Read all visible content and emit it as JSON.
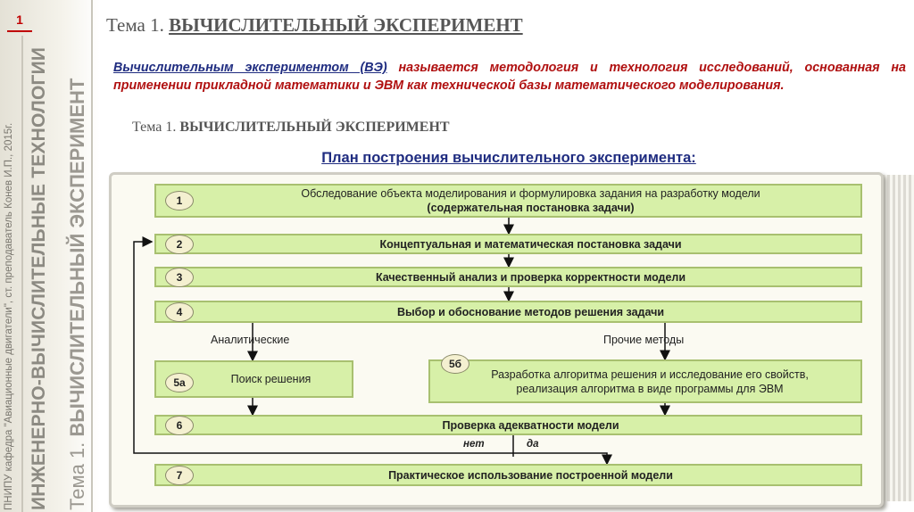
{
  "sidebar": {
    "slide_number": "1",
    "line1": "ПНИПУ кафедра \"Авиационные двигатели\", ст. преподаватель Конев И.П., 2015г.",
    "line2": "ИНЖЕНЕРНО-ВЫЧИСЛИТЕЛЬНЫЕ ТЕХНОЛОГИИ",
    "line3_prefix": "Тема 1.",
    "line3_main": "ВЫЧИСЛИТЕЛЬНЫЙ ЭКСПЕРИМЕНТ"
  },
  "header": {
    "title_prefix": "Тема 1.",
    "title_main": "ВЫЧИСЛИТЕЛЬНЫЙ ЭКСПЕРИМЕНТ"
  },
  "definition": {
    "term": "Вычислительным экспериментом (ВЭ)",
    "text": " называется методология и технология исследований, основанная на применении прикладной математики и ЭВМ как технической базы математического моделирования."
  },
  "subheader": {
    "prefix": "Тема 1.",
    "main": "ВЫЧИСЛИТЕЛЬНЫЙ ЭКСПЕРИМЕНТ"
  },
  "plan": {
    "title": "План построения вычислительного эксперимента:",
    "steps": [
      {
        "num": "1",
        "line1": "Обследование объекта моделирования и формулировка задания на разработку модели",
        "line2": "(содержательная постановка задачи)"
      },
      {
        "num": "2",
        "line1": "Концептуальная и математическая постановка задачи"
      },
      {
        "num": "3",
        "line1": "Качественный анализ и проверка корректности модели"
      },
      {
        "num": "4",
        "line1": "Выбор и обоснование методов решения задачи"
      },
      {
        "num": "5а",
        "line1": "Поиск решения"
      },
      {
        "num": "5б",
        "line1": "Разработка алгоритма решения и исследование его свойств,",
        "line2": "реализация алгоритма в виде программы для ЭВМ"
      },
      {
        "num": "6",
        "line1": "Проверка адекватности модели"
      },
      {
        "num": "7",
        "line1": "Практическое использование построенной модели"
      }
    ],
    "branch_left": "Аналитические",
    "branch_right": "Прочие методы",
    "label_no": "нет",
    "label_yes": "да"
  }
}
